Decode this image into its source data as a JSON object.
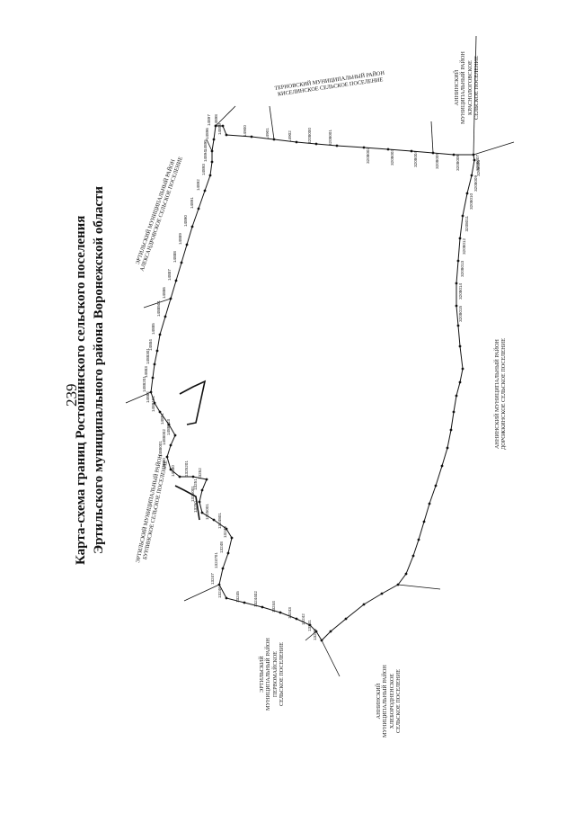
{
  "page": {
    "number": "239"
  },
  "title": {
    "line1": "Карта-схема границ Ростошинского сельского поселения",
    "line2": "Эртильского муниципального района Воронежской области"
  },
  "regions": [
    {
      "id": "ternovsky",
      "lines": [
        "ТЕРНОВСКИЙ МУНИЦИПАЛЬНЫЙ РАЙОН",
        "КИСЕЛИНСКОЕ СЕЛЬСКОЕ ПОСЕЛЕНИЕ"
      ]
    },
    {
      "id": "anninsky-krasnologovskoe",
      "lines": [
        "АННИНСКИЙ",
        "МУНИЦИПАЛЬНЫЙ РАЙОН",
        "КРАСНОЛОГОВСКОЕ",
        "СЕЛЬСКОЕ ПОСЕЛЕНИЕ"
      ]
    },
    {
      "id": "ertilsky-alexandrovskoe",
      "lines": [
        "ЭРТИЛЬСКИЙ МУНИЦИПАЛЬНЫЙ РАЙОН",
        "АЛЕКСАНДРОВСКОЕ СЕЛЬСКОЕ ПОСЕЛЕНИЕ"
      ]
    },
    {
      "id": "ertilsky-burlinskoe",
      "lines": [
        "ЭРТИЛЬСКИЙ МУНИЦИПАЛЬНЫЙ РАЙОН",
        "БУРЛИНСКОЕ СЕЛЬСКОЕ ПОСЕЛЕНИЕ"
      ]
    },
    {
      "id": "anninsky-dorozhkinskoe",
      "lines": [
        "АННИНСКИЙ МУНИЦИПАЛЬНЫЙ РАЙОН",
        "ДОРОЖКИНСКОЕ СЕЛЬСКОЕ ПОСЕЛЕНИЕ"
      ]
    },
    {
      "id": "ertilsky-pervomaiskoe",
      "lines": [
        "ЭРТИЛЬСКИЙ",
        "МУНИЦИПАЛЬНЫЙ РАЙОН",
        "ПЕРВОМАЙСКОЕ",
        "СЕЛЬСКОЕ ПОСЕЛЕНИЕ"
      ]
    },
    {
      "id": "anninsky-khleborodnenskoe",
      "lines": [
        "АННИНСКИЙ",
        "МУНИЦИПАЛЬНЫЙ РАЙОН",
        "ХЛЕБОРОДНЕНСКОЕ",
        "СЕЛЬСКОЕ ПОСЕЛЕНИЕ"
      ]
    }
  ],
  "point_labels": [
    "13240",
    "13241",
    "13242",
    "13243",
    "13244",
    "1324402",
    "13245",
    "13246",
    "13247",
    "1324701",
    "13248",
    "13249",
    "1324801",
    "1325001",
    "13250",
    "1325001",
    "13251",
    "13252",
    "1325201",
    "14880",
    "14880",
    "1488001",
    "1488002",
    "1488003",
    "14881",
    "1488101",
    "14882",
    "1488201",
    "14883",
    "1488301",
    "14884",
    "14885",
    "1488501",
    "14886",
    "14887",
    "14888",
    "14889",
    "14890",
    "14891",
    "14892",
    "14893",
    "14894",
    "14895",
    "14896",
    "14897",
    "14898",
    "14899",
    "14900",
    "14901",
    "14902",
    "3208000",
    "3208001",
    "3208002",
    "3208003",
    "3208004",
    "3208005",
    "3208006",
    "3208007",
    "3208008",
    "3208009",
    "3208010",
    "3208011",
    "3208012",
    "3208013",
    "3208014",
    "3208015"
  ]
}
